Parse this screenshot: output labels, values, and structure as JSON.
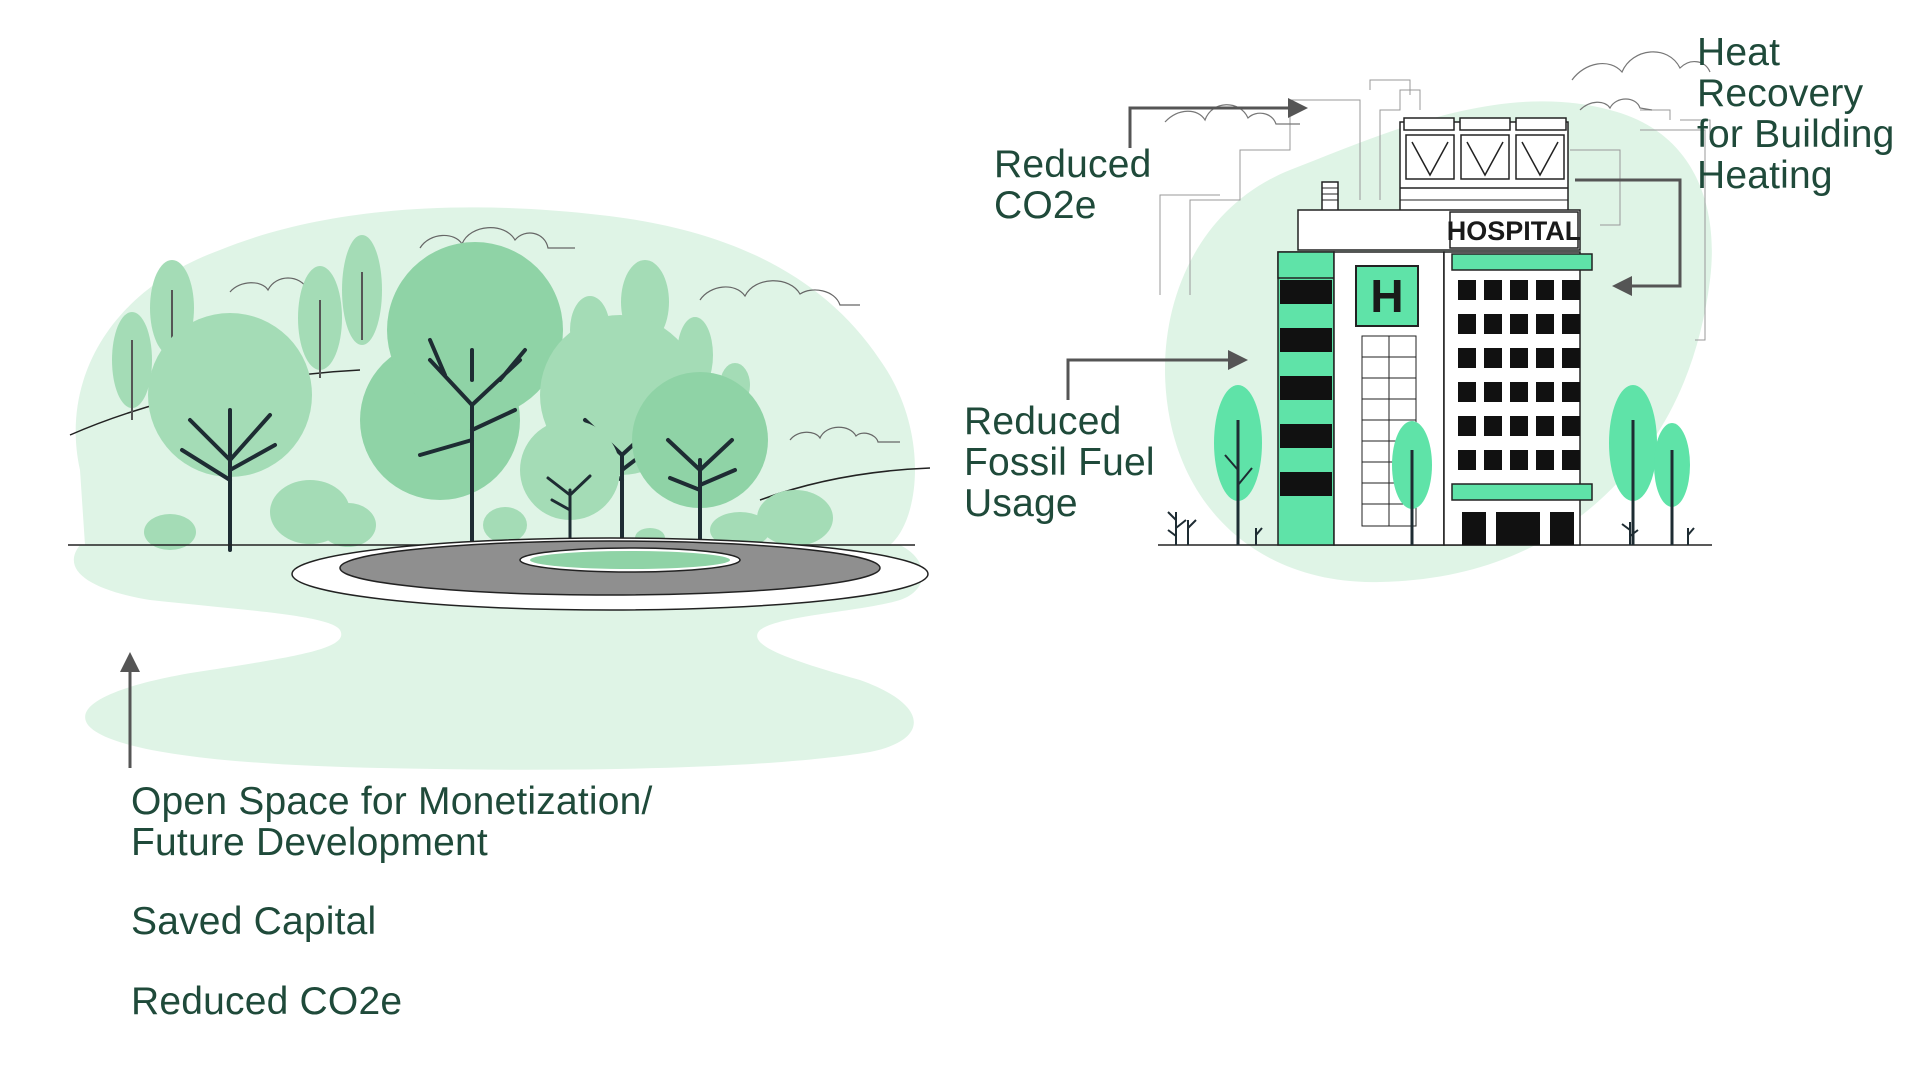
{
  "colors": {
    "accent_green": "#5fe3a8",
    "light_green": "#dff4e6",
    "mid_green": "#a4dcb6",
    "tree_green": "#8fd3a6",
    "dark_text": "#1f4a3a",
    "arrow_gray": "#555555",
    "outline": "#1a1a1a",
    "pond_gray": "#8f8f8f"
  },
  "labels": {
    "reduced_co2e_top": [
      "Reduced",
      "CO2e"
    ],
    "heat_recovery": [
      "Heat",
      "Recovery",
      "for Building",
      "Heating"
    ],
    "reduced_fossil_fuel": [
      "Reduced",
      "Fossil Fuel",
      "Usage"
    ],
    "open_space": [
      "Open Space for Monetization/",
      "Future Development"
    ],
    "saved_capital": "Saved Capital",
    "reduced_co2e_bottom": "Reduced CO2e"
  },
  "building": {
    "sign_text": "HOSPITAL",
    "emblem_text": "H"
  },
  "icons": {
    "arrow": "arrow-icon",
    "tree": "tree-icon",
    "cloud": "cloud-icon",
    "hvac_unit": "hvac-unit-icon"
  }
}
